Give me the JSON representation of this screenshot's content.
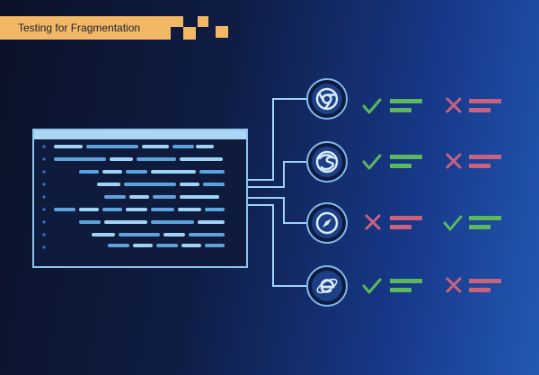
{
  "header": {
    "title": "Testing for Fragmentation"
  },
  "colors": {
    "accent": "#f3b866",
    "pass": "#5cb85c",
    "fail": "#c9627e",
    "line": "#9fd3f5"
  },
  "browsers": [
    {
      "icon": "chrome-icon",
      "first": "pass",
      "second": "fail"
    },
    {
      "icon": "firefox-icon",
      "first": "pass",
      "second": "fail"
    },
    {
      "icon": "safari-icon",
      "first": "fail",
      "second": "pass"
    },
    {
      "icon": "ie-icon",
      "first": "pass",
      "second": "fail"
    }
  ]
}
